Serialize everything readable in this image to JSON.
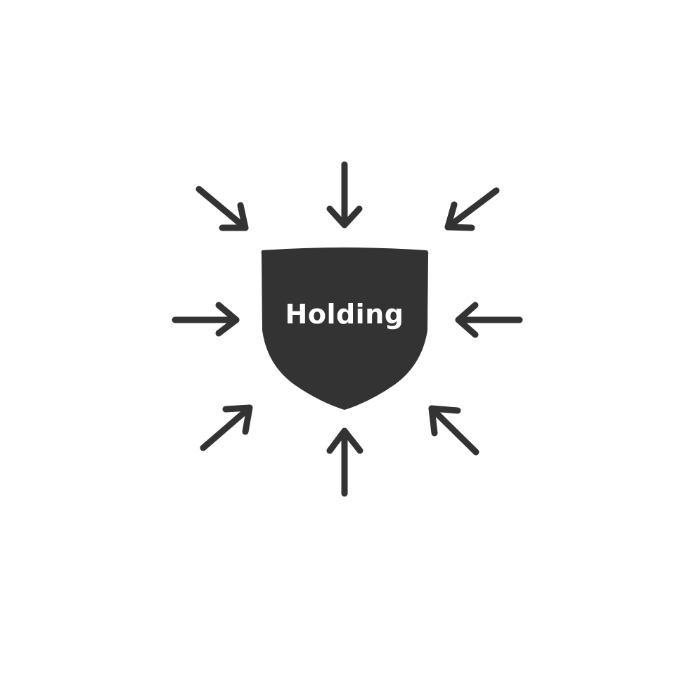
{
  "diagram": {
    "center": {
      "shape": "shield",
      "label": "Holding",
      "fill": "#333333",
      "text_color": "#ffffff"
    },
    "arrows": {
      "color": "#333333",
      "direction": "inward",
      "items": [
        {
          "id": "top",
          "icon": "arrow-down-icon"
        },
        {
          "id": "top-right",
          "icon": "arrow-down-left-icon"
        },
        {
          "id": "right",
          "icon": "arrow-left-icon"
        },
        {
          "id": "bottom-right",
          "icon": "arrow-up-left-icon"
        },
        {
          "id": "bottom",
          "icon": "arrow-up-icon"
        },
        {
          "id": "bottom-left",
          "icon": "arrow-up-right-icon"
        },
        {
          "id": "left",
          "icon": "arrow-right-icon"
        },
        {
          "id": "top-left",
          "icon": "arrow-down-right-icon"
        }
      ]
    }
  }
}
